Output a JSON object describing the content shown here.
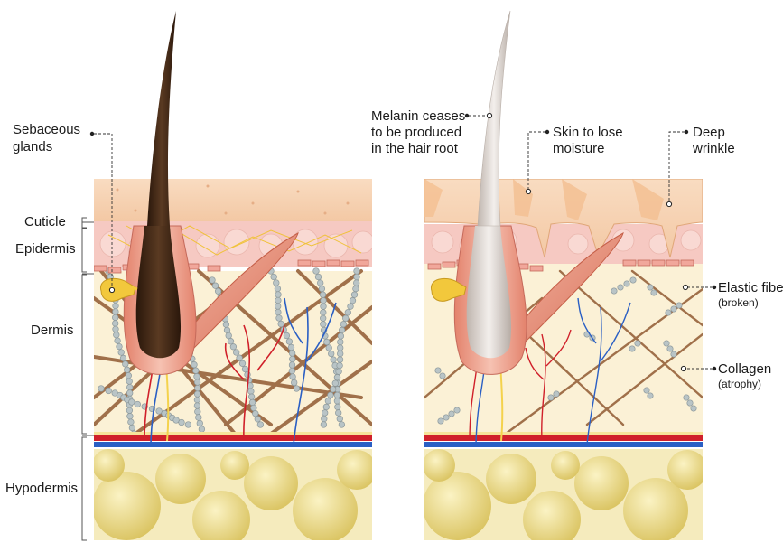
{
  "left_panel": {
    "layers": {
      "cuticle": "Cuticle",
      "epidermis": "Epidermis",
      "dermis": "Dermis",
      "hypodermis": "Hypodermis"
    },
    "sebaceous_line1": "Sebaceous",
    "sebaceous_line2": "glands"
  },
  "right_panel": {
    "melanin_line1": "Melanin ceases",
    "melanin_line2": "to be produced",
    "melanin_line3": "in the hair root",
    "moisture_line1": "Skin to lose",
    "moisture_line2": "moisture",
    "wrinkle_line1": "Deep",
    "wrinkle_line2": "wrinkle",
    "elastic_main": "Elastic fiber",
    "elastic_sub": "(broken)",
    "collagen_main": "Collagen",
    "collagen_sub": "(atrophy)"
  },
  "colors": {
    "cuticle": "#f7d3b5",
    "epidermis": "#f5c8c0",
    "dermis": "#fbf1d6",
    "hypodermis_bg": "#f7eec4",
    "fat": "#eedc8c",
    "collagen": "#a0704a",
    "elastic": "#b9c4c6",
    "artery": "#d0202a",
    "vein": "#2a5fc4",
    "hair_young": "#3a2414",
    "hair_old": "#d9d2cc",
    "muscle": "#e7907a"
  }
}
